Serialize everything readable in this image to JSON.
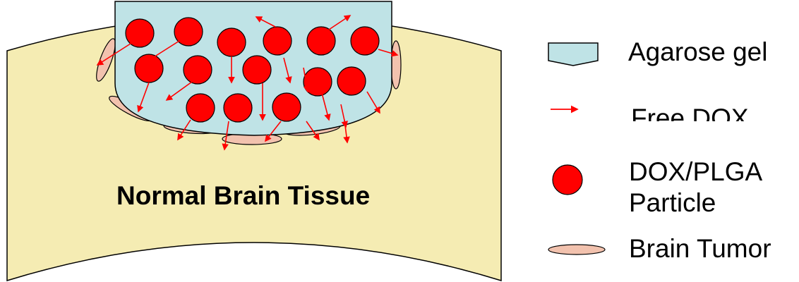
{
  "diagram": {
    "tissue_label": "Normal Brain Tissue",
    "colors": {
      "tissue_fill": "#F5ECB3",
      "gel_fill": "#BFE3E6",
      "particle_fill": "#FF0000",
      "arrow": "#FF0000",
      "tumor_fill": "#F2C2AE",
      "outline": "#000000"
    }
  },
  "legend": {
    "gel": "Agarose gel",
    "free_dox": "Free DOX",
    "particle_line1": "DOX/PLGA",
    "particle_line2": "Particle",
    "tumor": "Brain Tumor"
  }
}
